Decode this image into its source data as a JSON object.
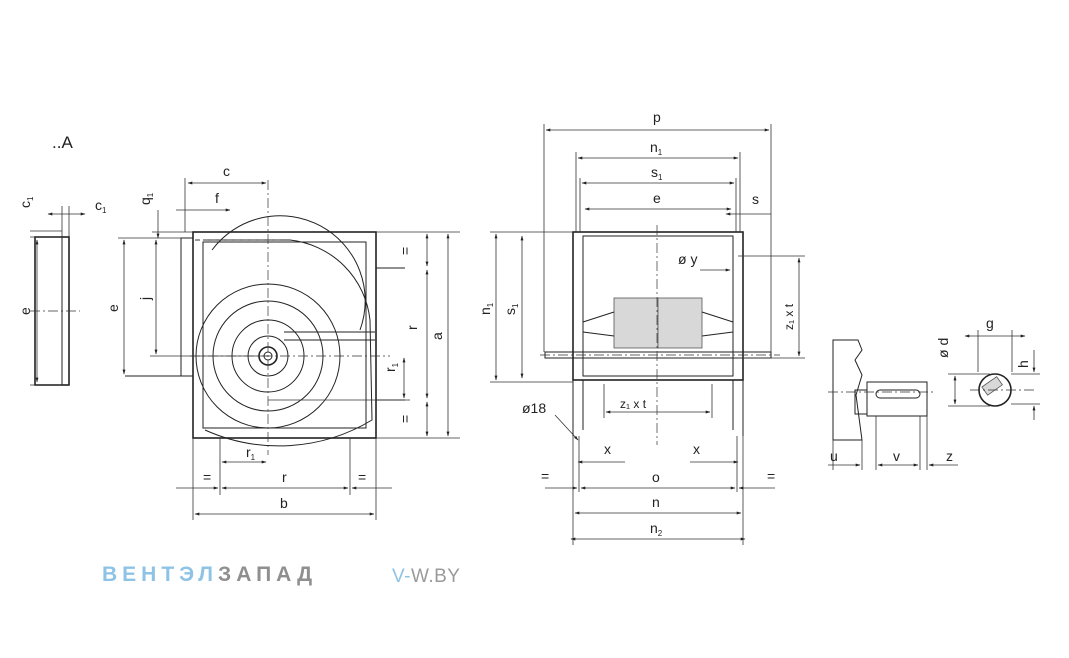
{
  "view_label": "..A",
  "labels": {
    "c": "c",
    "c1": "c",
    "f": "f",
    "q1": "q",
    "e": "e",
    "j": "j",
    "r": "r",
    "r1": "r",
    "a": "a",
    "b": "b",
    "eq": "=",
    "p": "p",
    "n1": "n",
    "s1": "s",
    "s": "s",
    "phi_y": "ø y",
    "z1xt": "z₁ x t",
    "zxt": "z₁ x t",
    "phi18": "ø18",
    "x": "x",
    "o": "o",
    "n": "n",
    "n2": "n",
    "g": "g",
    "phi_d": "ø d",
    "h": "h",
    "u": "u",
    "v": "v",
    "z": "z"
  },
  "subscripts": {
    "one": "1",
    "two": "2"
  },
  "brand": {
    "logo_part1": "ВЕНТЭЛ",
    "logo_part2": "ЗАПАД",
    "site_prefix": "V-",
    "site_rest": "W.BY",
    "colors": {
      "blue": "#8ec3e6",
      "grey": "#8f8f8f"
    }
  }
}
